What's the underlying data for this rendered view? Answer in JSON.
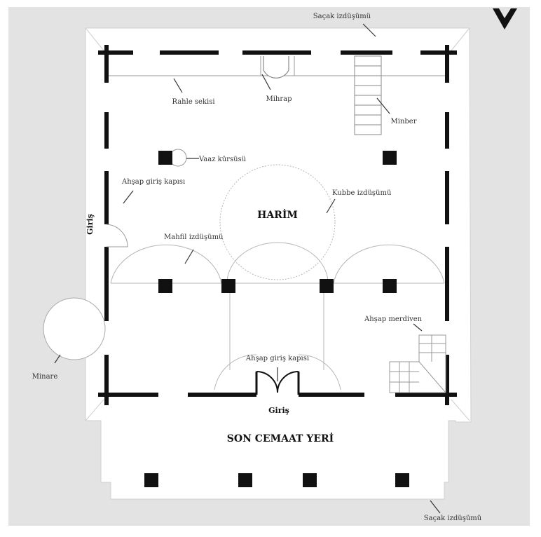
{
  "diagram": {
    "colors": {
      "background": "#e3e3e3",
      "building": "#ffffff",
      "wall": "#111111",
      "projection": "#b5b5b5"
    },
    "labels": {
      "eave_top": "Saçak izdüşümü",
      "rahle": "Rahle sekisi",
      "mihrab": "Mihrap",
      "minber": "Minber",
      "vaaz": "Vaaz kürsüsü",
      "side_door": "Ahşap giriş kapısı",
      "dome": "Kubbe izdüşümü",
      "harim": "HARİM",
      "mahfil": "Mahfil izdüşümü",
      "side_entrance": "Giriş",
      "stair": "Ahşap merdiven",
      "main_door": "Ahşap giriş kapısı",
      "minaret": "Minare",
      "main_entrance": "Giriş",
      "portico": "SON CEMAAT YERİ",
      "eave_bottom": "Saçak izdüşümü"
    },
    "north_icon": "north-arrow-icon"
  }
}
